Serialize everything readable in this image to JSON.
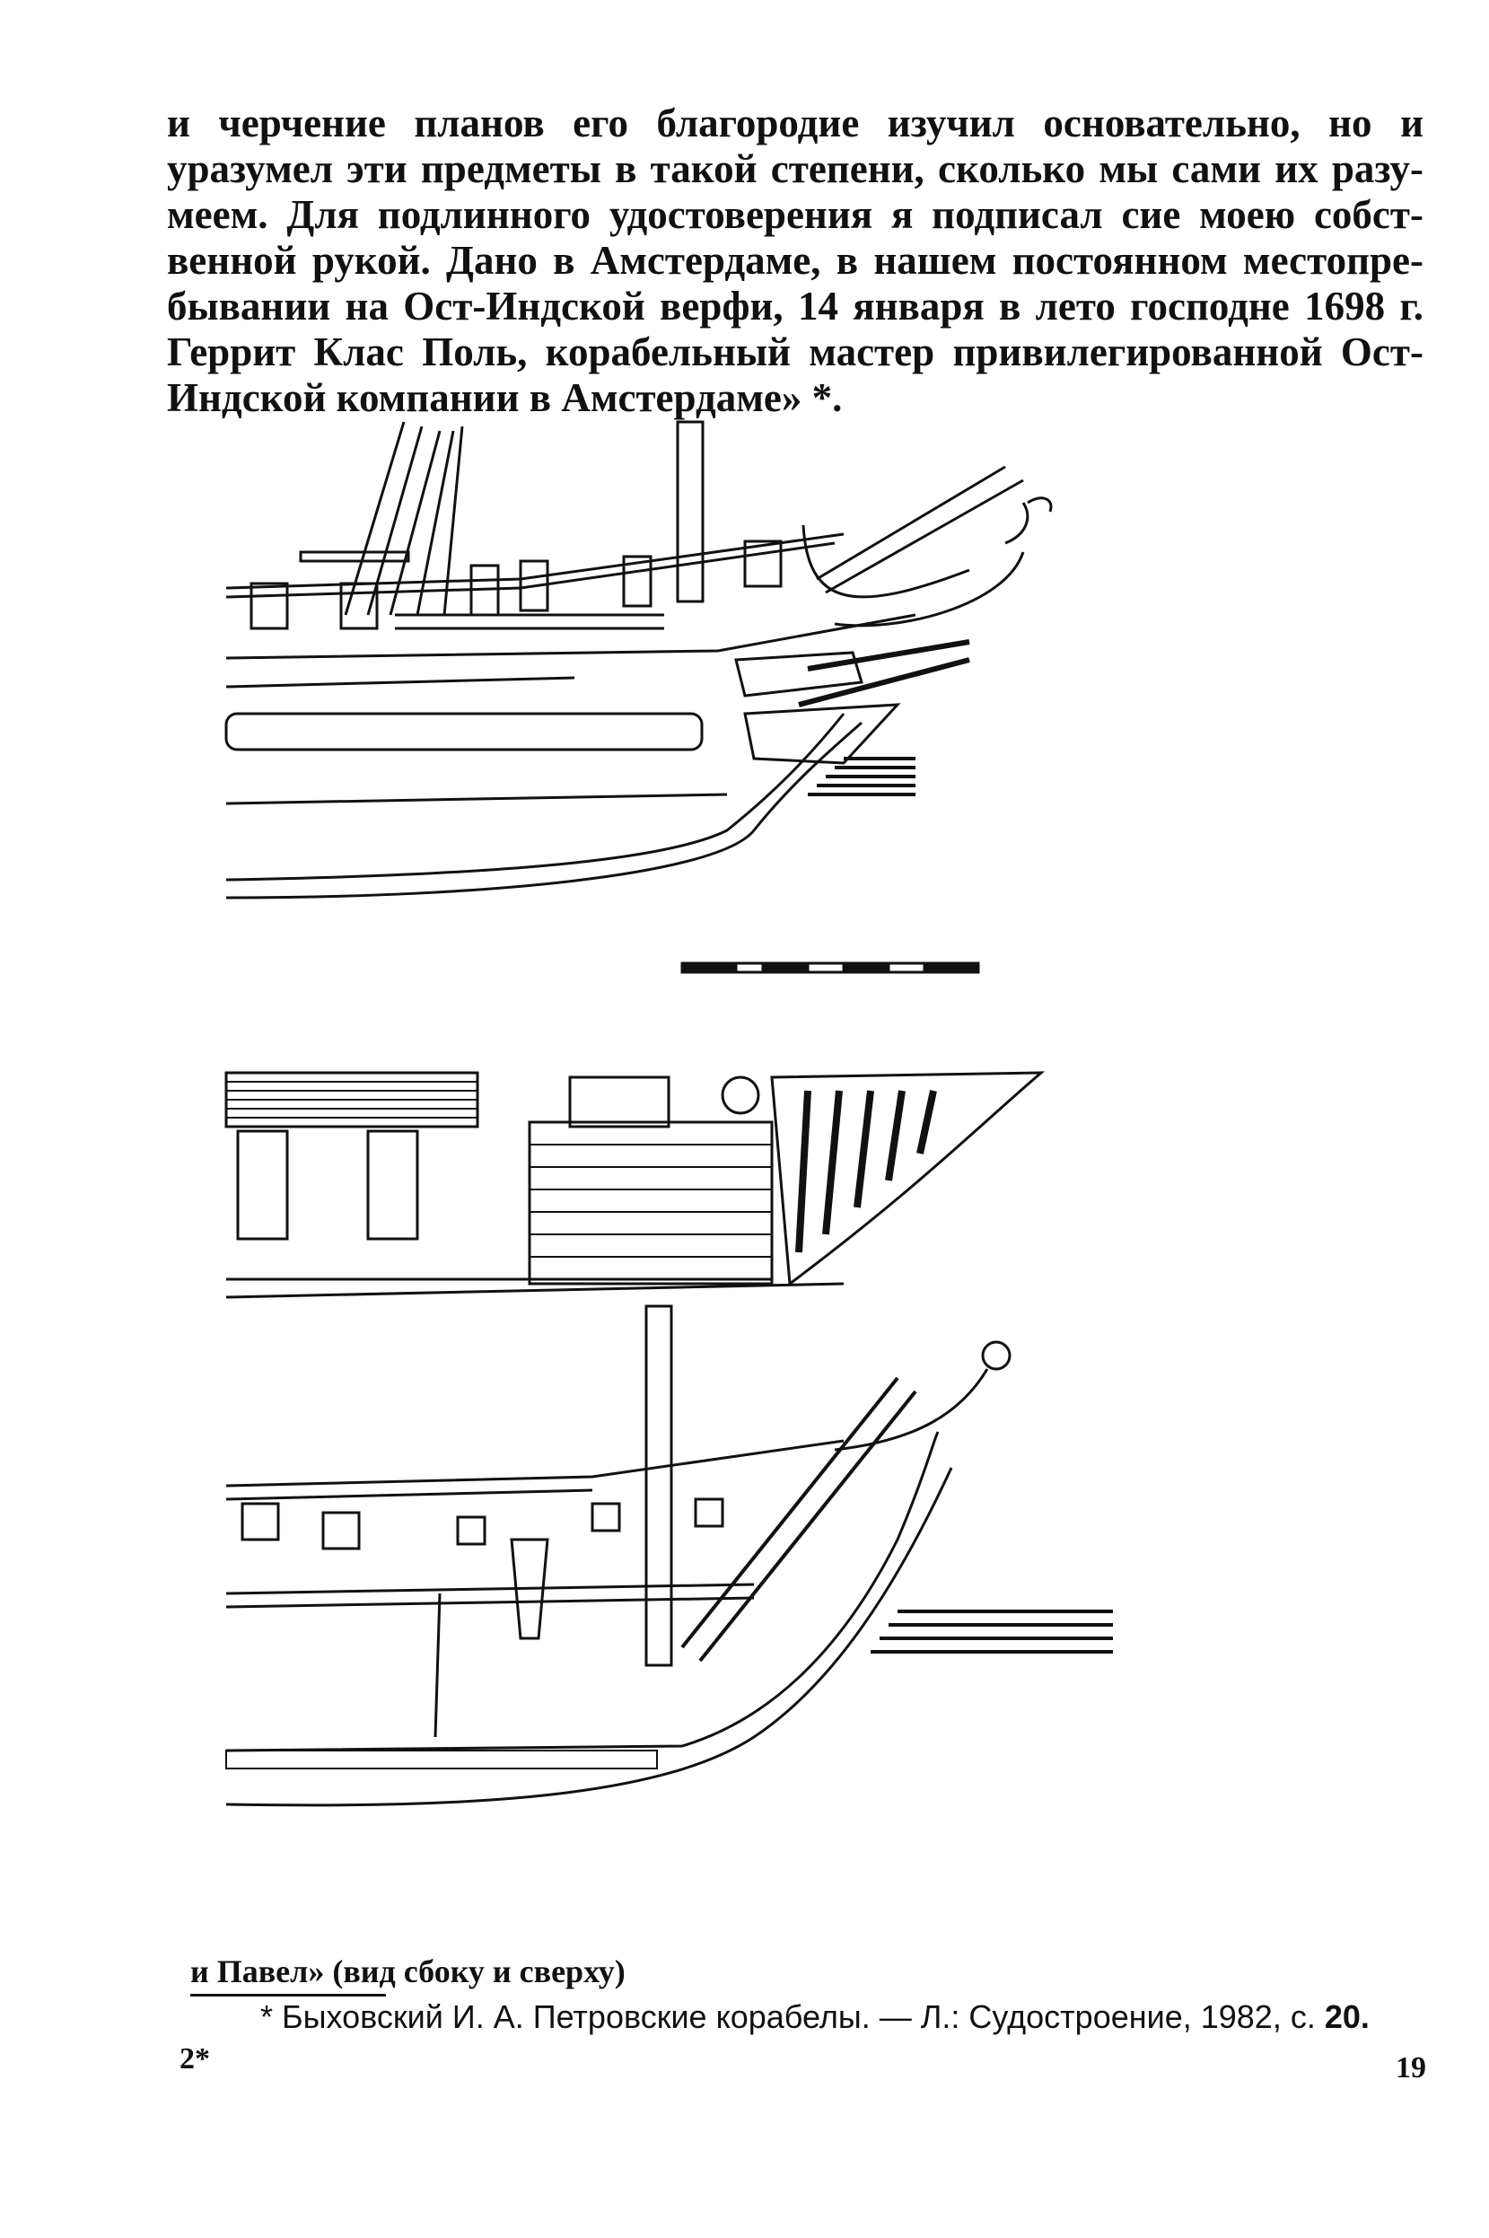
{
  "body_text": {
    "lines": [
      "и черчение  планов его благородие изучил  основательно, но и",
      "уразумел эти предметы в такой степени, сколько мы сами их разу-",
      "меем. Для подлинного удостоверения я подписал сие моею собст-",
      "венной рукой. Дано в Амстердаме, в нашем постоянном местопре-",
      "бывании на Ост-Индской верфи, 14 января в лето господне 1698 г.",
      "Геррит Клас Поль, корабельный мастер привилегированной Ост-",
      "Индской компании в Амстердаме» *."
    ]
  },
  "figure": {
    "caption": "и Павел» (вид сбоку и сверху)"
  },
  "footnote": {
    "marker": "*",
    "text": "Быховский И. А. Петровские корабелы. — Л.: Судостроение, 1982, с.",
    "page": "20."
  },
  "signature_mark": "2*",
  "page_number": "19"
}
